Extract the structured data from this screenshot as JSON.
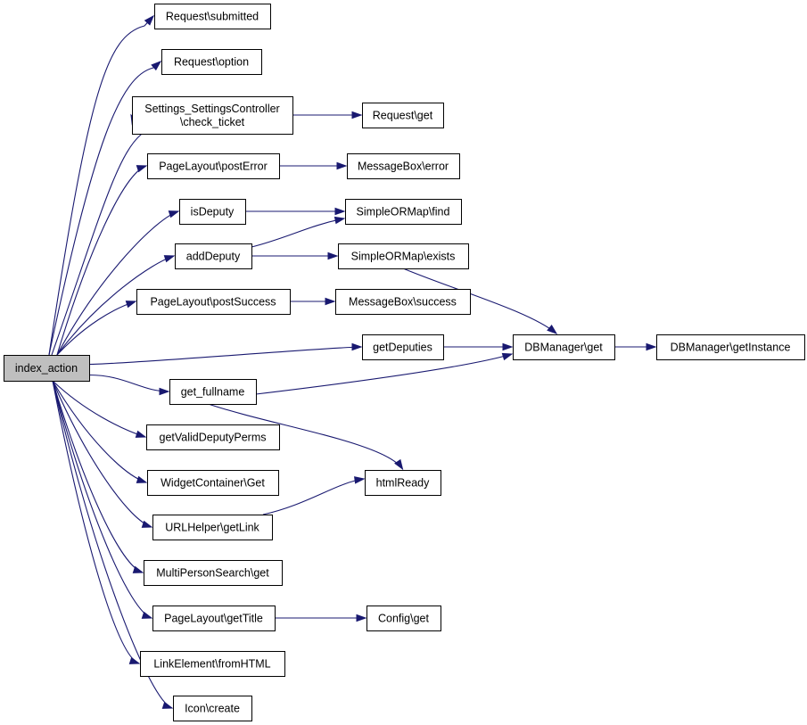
{
  "diagram": {
    "type": "call-graph",
    "nodes": [
      {
        "id": "index_action",
        "lines": [
          "index_action"
        ],
        "root": true
      },
      {
        "id": "req_submitted",
        "lines": [
          "Request\\submitted"
        ]
      },
      {
        "id": "req_option",
        "lines": [
          "Request\\option"
        ]
      },
      {
        "id": "settings_check",
        "lines": [
          "Settings_SettingsController",
          "\\check_ticket"
        ]
      },
      {
        "id": "req_get",
        "lines": [
          "Request\\get"
        ]
      },
      {
        "id": "pl_posterror",
        "lines": [
          "PageLayout\\postError"
        ]
      },
      {
        "id": "mb_error",
        "lines": [
          "MessageBox\\error"
        ]
      },
      {
        "id": "isdeputy",
        "lines": [
          "isDeputy"
        ]
      },
      {
        "id": "som_find",
        "lines": [
          "SimpleORMap\\find"
        ]
      },
      {
        "id": "adddeputy",
        "lines": [
          "addDeputy"
        ]
      },
      {
        "id": "som_exists",
        "lines": [
          "SimpleORMap\\exists"
        ]
      },
      {
        "id": "pl_postsuccess",
        "lines": [
          "PageLayout\\postSuccess"
        ]
      },
      {
        "id": "mb_success",
        "lines": [
          "MessageBox\\success"
        ]
      },
      {
        "id": "getdeputies",
        "lines": [
          "getDeputies"
        ]
      },
      {
        "id": "dbm_get",
        "lines": [
          "DBManager\\get"
        ]
      },
      {
        "id": "dbm_getinstance",
        "lines": [
          "DBManager\\getInstance"
        ]
      },
      {
        "id": "get_fullname",
        "lines": [
          "get_fullname"
        ]
      },
      {
        "id": "getvaliddeputyperms",
        "lines": [
          "getValidDeputyPerms"
        ]
      },
      {
        "id": "htmlready",
        "lines": [
          "htmlReady"
        ]
      },
      {
        "id": "wc_get",
        "lines": [
          "WidgetContainer\\Get"
        ]
      },
      {
        "id": "urlh_getlink",
        "lines": [
          "URLHelper\\getLink"
        ]
      },
      {
        "id": "mps_get",
        "lines": [
          "MultiPersonSearch\\get"
        ]
      },
      {
        "id": "pl_gettitle",
        "lines": [
          "PageLayout\\getTitle"
        ]
      },
      {
        "id": "config_get",
        "lines": [
          "Config\\get"
        ]
      },
      {
        "id": "le_fromhtml",
        "lines": [
          "LinkElement\\fromHTML"
        ]
      },
      {
        "id": "icon_create",
        "lines": [
          "Icon\\create"
        ]
      }
    ],
    "edges": [
      {
        "from": "index_action",
        "to": "req_submitted"
      },
      {
        "from": "index_action",
        "to": "req_option"
      },
      {
        "from": "index_action",
        "to": "settings_check"
      },
      {
        "from": "index_action",
        "to": "pl_posterror"
      },
      {
        "from": "index_action",
        "to": "isdeputy"
      },
      {
        "from": "index_action",
        "to": "adddeputy"
      },
      {
        "from": "index_action",
        "to": "pl_postsuccess"
      },
      {
        "from": "index_action",
        "to": "getdeputies"
      },
      {
        "from": "index_action",
        "to": "get_fullname"
      },
      {
        "from": "index_action",
        "to": "getvaliddeputyperms"
      },
      {
        "from": "index_action",
        "to": "wc_get"
      },
      {
        "from": "index_action",
        "to": "urlh_getlink"
      },
      {
        "from": "index_action",
        "to": "mps_get"
      },
      {
        "from": "index_action",
        "to": "pl_gettitle"
      },
      {
        "from": "index_action",
        "to": "le_fromhtml"
      },
      {
        "from": "index_action",
        "to": "icon_create"
      },
      {
        "from": "settings_check",
        "to": "req_get"
      },
      {
        "from": "pl_posterror",
        "to": "mb_error"
      },
      {
        "from": "isdeputy",
        "to": "som_find"
      },
      {
        "from": "adddeputy",
        "to": "som_find"
      },
      {
        "from": "adddeputy",
        "to": "som_exists"
      },
      {
        "from": "som_exists",
        "to": "dbm_get"
      },
      {
        "from": "pl_postsuccess",
        "to": "mb_success"
      },
      {
        "from": "getdeputies",
        "to": "dbm_get"
      },
      {
        "from": "dbm_get",
        "to": "dbm_getinstance"
      },
      {
        "from": "get_fullname",
        "to": "dbm_get"
      },
      {
        "from": "get_fullname",
        "to": "htmlready"
      },
      {
        "from": "urlh_getlink",
        "to": "htmlready"
      },
      {
        "from": "pl_gettitle",
        "to": "config_get"
      }
    ],
    "colors": {
      "edge": "#191970",
      "root_fill": "#bfbfbf",
      "node_fill": "#ffffff",
      "node_border": "#000000"
    }
  }
}
